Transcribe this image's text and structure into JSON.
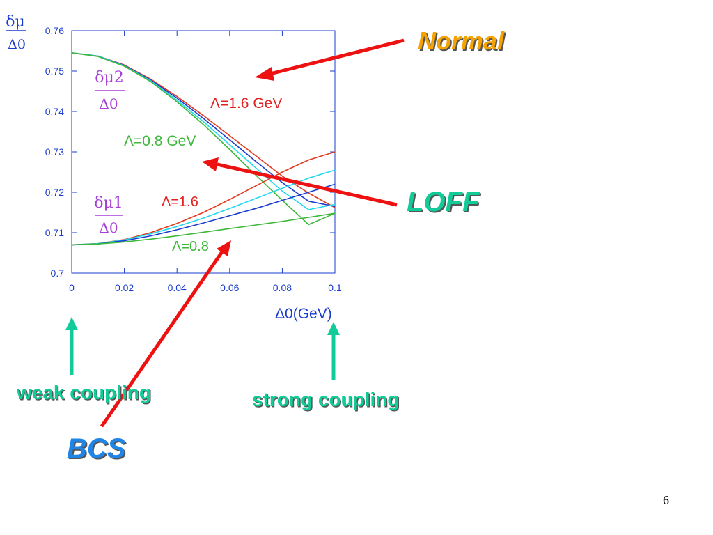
{
  "slide": {
    "page_number": "6",
    "labels": {
      "normal": "Normal",
      "loff": "LOFF",
      "bcs": "BCS",
      "weak_coupling": "weak coupling",
      "strong_coupling": "strong coupling"
    },
    "colors": {
      "normal": "#f5a300",
      "loff": "#11cc99",
      "bcs": "#1f86e8",
      "coupling": "#11cc99",
      "pointer_arrow": "#ee1111",
      "coupling_arrow": "#11cc99"
    }
  },
  "chart_data": {
    "type": "line",
    "ylabel_top": "δμ",
    "ylabel_bottom": "Δ0",
    "xlabel": "Δ0(GeV)",
    "xlim": [
      0,
      0.1
    ],
    "ylim": [
      0.7,
      0.76
    ],
    "xticks": [
      "0",
      "0.02",
      "0.04",
      "0.06",
      "0.08",
      "0.1"
    ],
    "yticks": [
      "0.7",
      "0.71",
      "0.72",
      "0.73",
      "0.74",
      "0.75",
      "0.76"
    ],
    "grid": false,
    "annotations": {
      "dmu2_top": "δμ2",
      "dmu2_bottom": "Δ0",
      "dmu1_top": "δμ1",
      "dmu1_bottom": "Δ0",
      "lambda16_gev": "Λ=1.6 GeV",
      "lambda08_gev": "Λ=0.8 GeV",
      "lambda16": "Λ=1.6",
      "lambda08": "Λ=0.8"
    },
    "series": [
      {
        "color": "#e23a1e",
        "x": [
          0,
          0.01,
          0.02,
          0.03,
          0.04,
          0.05,
          0.06,
          0.07,
          0.08,
          0.09,
          0.1
        ],
        "y": [
          0.7545,
          0.7537,
          0.7515,
          0.748,
          0.7437,
          0.739,
          0.734,
          0.729,
          0.724,
          0.7198,
          0.7162
        ]
      },
      {
        "color": "#1a3ccc",
        "x": [
          0,
          0.01,
          0.02,
          0.03,
          0.04,
          0.05,
          0.06,
          0.07,
          0.08,
          0.09,
          0.1
        ],
        "y": [
          0.7545,
          0.7537,
          0.7514,
          0.7478,
          0.7433,
          0.7383,
          0.733,
          0.7276,
          0.7224,
          0.7178,
          0.7165
        ]
      },
      {
        "color": "#22d8ee",
        "x": [
          0,
          0.01,
          0.02,
          0.03,
          0.04,
          0.05,
          0.06,
          0.07,
          0.08,
          0.09,
          0.1
        ],
        "y": [
          0.7545,
          0.7537,
          0.7513,
          0.7476,
          0.7428,
          0.7375,
          0.7318,
          0.726,
          0.7203,
          0.7157,
          0.717
        ]
      },
      {
        "color": "#3db83a",
        "x": [
          0,
          0.01,
          0.02,
          0.03,
          0.04,
          0.05,
          0.06,
          0.07,
          0.08,
          0.09,
          0.1
        ],
        "y": [
          0.7545,
          0.7536,
          0.7512,
          0.7474,
          0.7424,
          0.7368,
          0.7306,
          0.7242,
          0.718,
          0.712,
          0.7148
        ]
      },
      {
        "color": "#e23a1e",
        "x": [
          0,
          0.01,
          0.02,
          0.03,
          0.04,
          0.05,
          0.06,
          0.07,
          0.08,
          0.09,
          0.1
        ],
        "y": [
          0.707,
          0.7073,
          0.7083,
          0.71,
          0.7123,
          0.715,
          0.7182,
          0.7216,
          0.725,
          0.728,
          0.73
        ]
      },
      {
        "color": "#22d8ee",
        "x": [
          0,
          0.01,
          0.02,
          0.03,
          0.04,
          0.05,
          0.06,
          0.07,
          0.08,
          0.09,
          0.1
        ],
        "y": [
          0.707,
          0.7073,
          0.7082,
          0.7097,
          0.7115,
          0.7136,
          0.716,
          0.7185,
          0.721,
          0.7235,
          0.7255
        ]
      },
      {
        "color": "#1a3ccc",
        "x": [
          0,
          0.01,
          0.02,
          0.03,
          0.04,
          0.05,
          0.06,
          0.07,
          0.08,
          0.09,
          0.1
        ],
        "y": [
          0.707,
          0.7072,
          0.708,
          0.7092,
          0.7107,
          0.7124,
          0.7142,
          0.716,
          0.718,
          0.72,
          0.722
        ]
      },
      {
        "color": "#3db83a",
        "x": [
          0,
          0.01,
          0.02,
          0.03,
          0.04,
          0.05,
          0.06,
          0.07,
          0.08,
          0.09,
          0.1
        ],
        "y": [
          0.707,
          0.7072,
          0.7077,
          0.7084,
          0.7092,
          0.7101,
          0.711,
          0.7119,
          0.7128,
          0.7138,
          0.7148
        ]
      }
    ]
  }
}
